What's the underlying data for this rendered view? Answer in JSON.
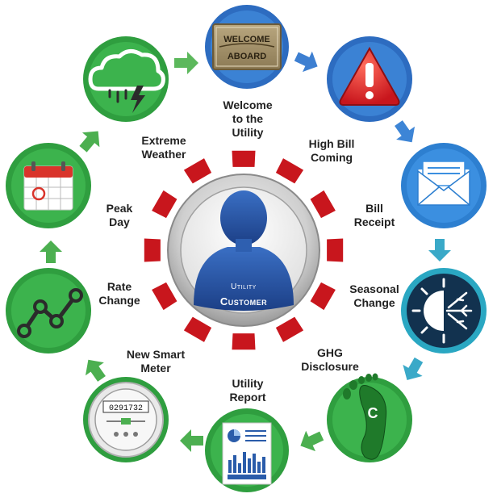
{
  "center": {
    "line1": "Utility",
    "line2": "Customer"
  },
  "welcome_sign": {
    "line1": "WELCOME",
    "line2": "ABOARD"
  },
  "meter_reading": "0291732",
  "footprint_letter": "C",
  "stages": [
    {
      "id": "welcome",
      "label": "Welcome\nto the\nUtility",
      "icon": "welcome-mat-icon"
    },
    {
      "id": "high-bill",
      "label": "High Bill\nComing",
      "icon": "warning-icon"
    },
    {
      "id": "bill-receipt",
      "label": "Bill\nReceipt",
      "icon": "envelope-icon"
    },
    {
      "id": "seasonal",
      "label": "Seasonal\nChange",
      "icon": "sun-snowflake-icon"
    },
    {
      "id": "ghg",
      "label": "GHG\nDisclosure",
      "icon": "carbon-footprint-icon"
    },
    {
      "id": "report",
      "label": "Utility\nReport",
      "icon": "report-icon"
    },
    {
      "id": "smart-meter",
      "label": "New Smart\nMeter",
      "icon": "smart-meter-icon"
    },
    {
      "id": "rate-change",
      "label": "Rate\nChange",
      "icon": "line-graph-icon"
    },
    {
      "id": "peak-day",
      "label": "Peak\nDay",
      "icon": "calendar-icon"
    },
    {
      "id": "extreme-weather",
      "label": "Extreme\nWeather",
      "icon": "storm-cloud-icon"
    }
  ],
  "colors": {
    "green": "#4caf50",
    "blue": "#3d7fd1",
    "teal": "#2aa7c2",
    "red_petal": "#c8161d",
    "person": "#2a5caa"
  }
}
